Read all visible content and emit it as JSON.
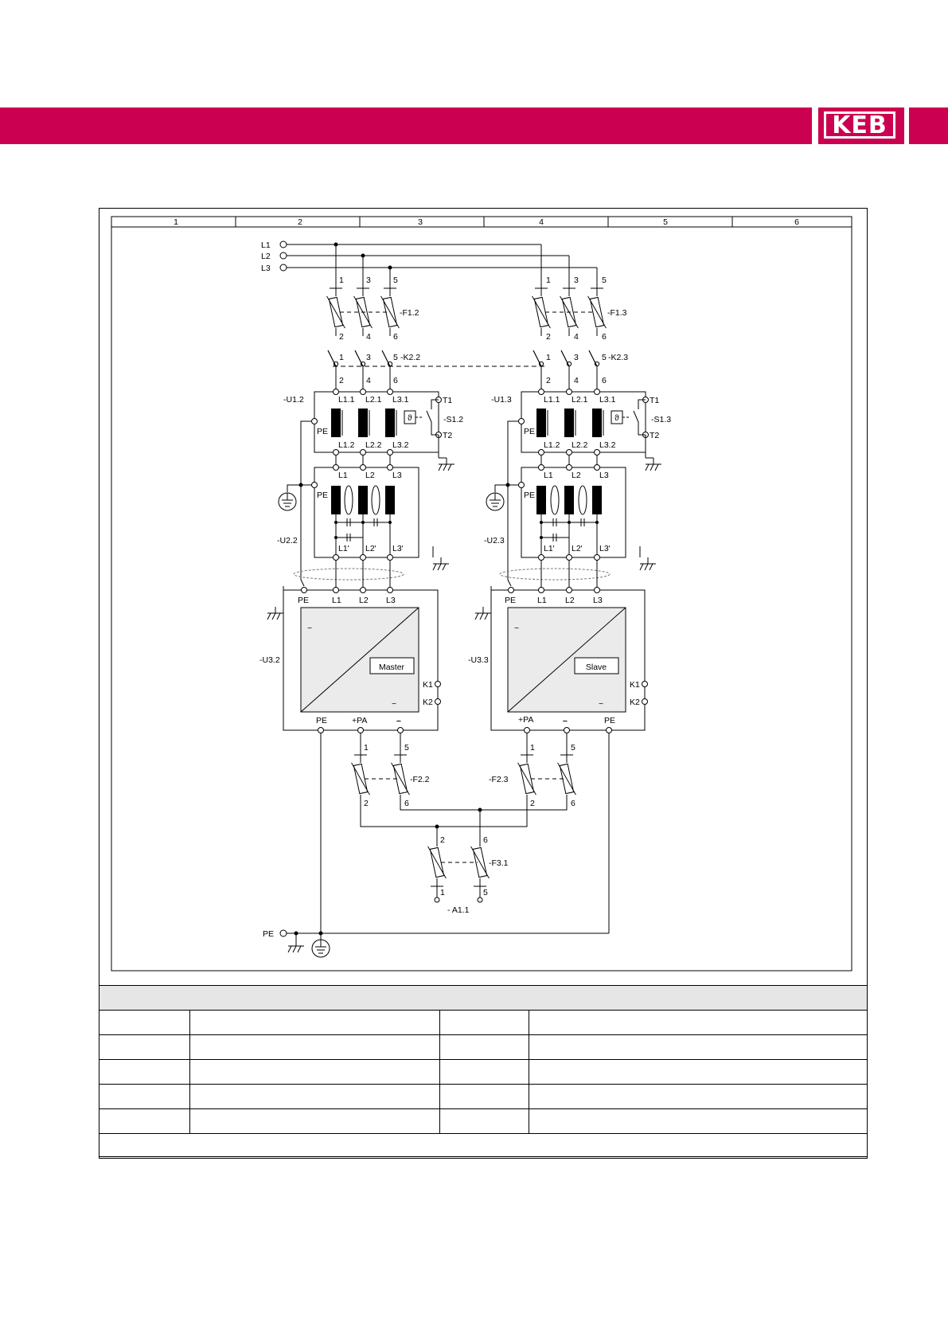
{
  "header": {
    "logo_text": "KEB",
    "brand_color": "#cc0050"
  },
  "grid_columns": [
    "1",
    "2",
    "3",
    "4",
    "5",
    "6"
  ],
  "mains": [
    "L1",
    "L2",
    "L3"
  ],
  "terms": {
    "one": "1",
    "two": "2",
    "three": "3",
    "four": "4",
    "five": "5",
    "six": "6"
  },
  "refs": {
    "f12": "-F1.2",
    "f13": "-F1.3",
    "k22": "-K2.2",
    "k23": "-K2.3",
    "u12": "-U1.2",
    "u13": "-U1.3",
    "s12": "-S1.2",
    "s13": "-S1.3",
    "u22": "-U2.2",
    "u23": "-U2.3",
    "u32": "-U3.2",
    "u33": "-U3.3",
    "f22": "-F2.2",
    "f23": "-F2.3",
    "f31": "-F3.1",
    "a11": "- A1.1"
  },
  "choke_terms": {
    "l11": "L1.1",
    "l21": "L2.1",
    "l31": "L3.1",
    "l12": "L1.2",
    "l22": "L2.2",
    "l32": "L3.2",
    "t1": "T1",
    "t2": "T2",
    "pe": "PE",
    "theta": "ϑ"
  },
  "filter_terms": {
    "l1": "L1",
    "l2": "L2",
    "l3": "L3",
    "l1p": "L1'",
    "l2p": "L2'",
    "l3p": "L3'",
    "pe": "PE"
  },
  "drive_terms": {
    "pe": "PE",
    "l1": "L1",
    "l2": "L2",
    "l3": "L3",
    "k1": "K1",
    "k2": "K2",
    "pa": "+PA",
    "minus": "–",
    "tilde": "~"
  },
  "drives": {
    "master": "Master",
    "slave": "Slave"
  },
  "pe_label": "PE"
}
